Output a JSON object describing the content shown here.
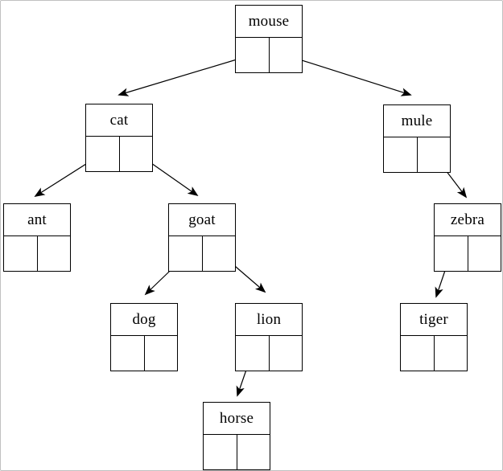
{
  "diagram": {
    "type": "binary-tree",
    "background_color": "#ffffff",
    "frame_border_color": "#c0c0c0",
    "line_color": "#000000",
    "nodes": {
      "mouse": {
        "label": "mouse",
        "left": "cat",
        "right": "mule"
      },
      "cat": {
        "label": "cat",
        "left": "ant",
        "right": "goat"
      },
      "mule": {
        "label": "mule",
        "left": null,
        "right": "zebra"
      },
      "ant": {
        "label": "ant",
        "left": null,
        "right": null
      },
      "goat": {
        "label": "goat",
        "left": "dog",
        "right": "lion"
      },
      "zebra": {
        "label": "zebra",
        "left": "tiger",
        "right": null
      },
      "dog": {
        "label": "dog",
        "left": null,
        "right": null
      },
      "lion": {
        "label": "lion",
        "left": "horse",
        "right": null
      },
      "tiger": {
        "label": "tiger",
        "left": null,
        "right": null
      },
      "horse": {
        "label": "horse",
        "left": null,
        "right": null
      }
    }
  }
}
